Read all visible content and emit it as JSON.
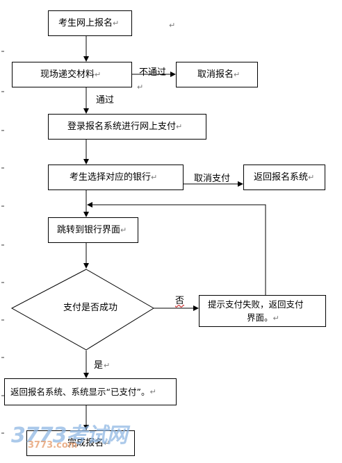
{
  "nodes": {
    "apply_online": "考生网上报名",
    "submit_materials": "现场递交材料",
    "cancel_registration": "取消报名",
    "login_payment": "登录报名系统进行网上支付",
    "choose_bank": "考生选择对应的银行",
    "back_to_system": "返回报名系统",
    "jump_to_bank": "跳转到银行界面",
    "payment_decision": "支付是否成功",
    "payment_failed_line1": "提示支付失败，返回支付",
    "payment_failed_line2": "界面。",
    "paid_display": "返回报名系统、系统显示“已支付”。",
    "complete": "完成报名"
  },
  "edge_labels": {
    "not_passed": "不通过",
    "passed": "通过",
    "cancel_payment": "取消支付",
    "no": "否",
    "yes": "是"
  },
  "paragraph_mark": "↵",
  "watermark": {
    "logo": "3773考试网",
    "url": "3773.com"
  }
}
